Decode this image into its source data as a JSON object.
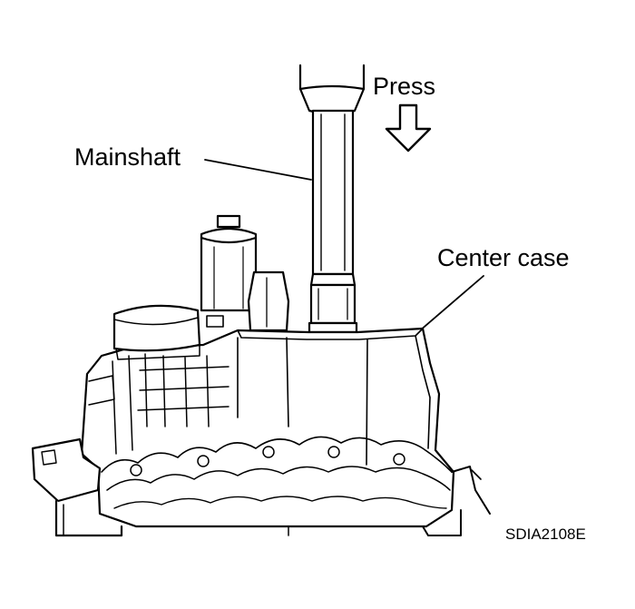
{
  "labels": {
    "press": "Press",
    "mainshaft": "Mainshaft",
    "center_case": "Center case",
    "figure_code": "SDIA2108E"
  },
  "colors": {
    "ink": "#000000",
    "paper": "#ffffff"
  }
}
